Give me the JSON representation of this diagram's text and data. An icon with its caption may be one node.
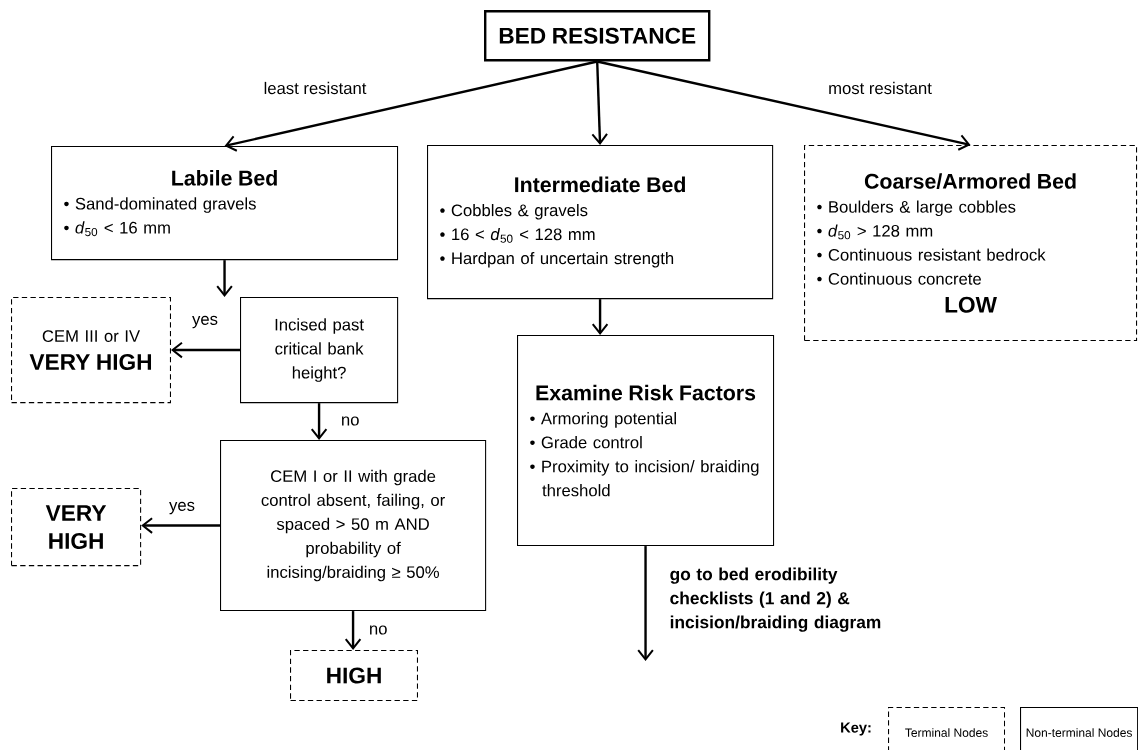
{
  "diagram": {
    "nodes": [
      {
        "text": [
          "BED RESISTANCE"
        ]
      },
      {
        "text": [
          "Labile Bed",
          "• Sand-dominated gravels",
          "• *d*$_{50}$ < 16 mm"
        ]
      },
      {
        "text": [
          "Intermediate Bed",
          "• Cobbles & gravels",
          "• 16 < *d*$_{50}$ < 128 mm",
          "• Hardpan of uncertain strength"
        ]
      },
      {
        "text": [
          "Coarse/Armored Bed",
          "• Boulders & large cobbles",
          "• *d*$_{50}$ > 128 mm",
          "• Continuous resistant bedrock",
          "• Continuous concrete",
          "LOW"
        ]
      },
      {
        "text": [
          "Incised past critical bank height?"
        ]
      },
      {
        "text": [
          "CEM III or IV",
          "VERY HIGH"
        ]
      },
      {
        "text": [
          "CEM I or II with grade control absent, failing, or spaced > 50 m AND probability of incising/braiding ≥ 50%"
        ]
      },
      {
        "text": [
          "VERY HIGH"
        ]
      },
      {
        "text": [
          "HIGH"
        ]
      },
      {
        "text": [
          "Examine Risk Factors",
          "• Armoring potential",
          "• Grade control",
          "• Proximity to incision/ braiding threshold"
        ]
      }
    ],
    "edges": [
      {
        "from": 0,
        "to": 1,
        "arrow": "to",
        "label": "least resistant"
      },
      {
        "from": 0,
        "to": 2,
        "arrow": "to"
      },
      {
        "from": 0,
        "to": 3,
        "arrow": "to",
        "label": "most resistant"
      },
      {
        "from": 1,
        "to": 4,
        "arrow": "to"
      },
      {
        "from": 4,
        "to": 5,
        "arrow": "to",
        "label": "yes"
      },
      {
        "from": 4,
        "to": 6,
        "arrow": "to",
        "label": "no"
      },
      {
        "from": 6,
        "to": 7,
        "arrow": "to",
        "label": "yes"
      },
      {
        "from": 6,
        "to": 8,
        "arrow": "to",
        "label": "no"
      },
      {
        "from": 2,
        "to": 9,
        "arrow": "to"
      },
      {
        "from": 9,
        "to": null,
        "arrow": "to",
        "label": "go to bed erodibility checklists (1 and 2) & incision/braiding diagram"
      }
    ],
    "labels": [
      "Key:"
    ],
    "legend": [
      {
        "text": "Terminal Nodes"
      },
      {
        "text": "Non-terminal Nodes"
      }
    ]
  }
}
